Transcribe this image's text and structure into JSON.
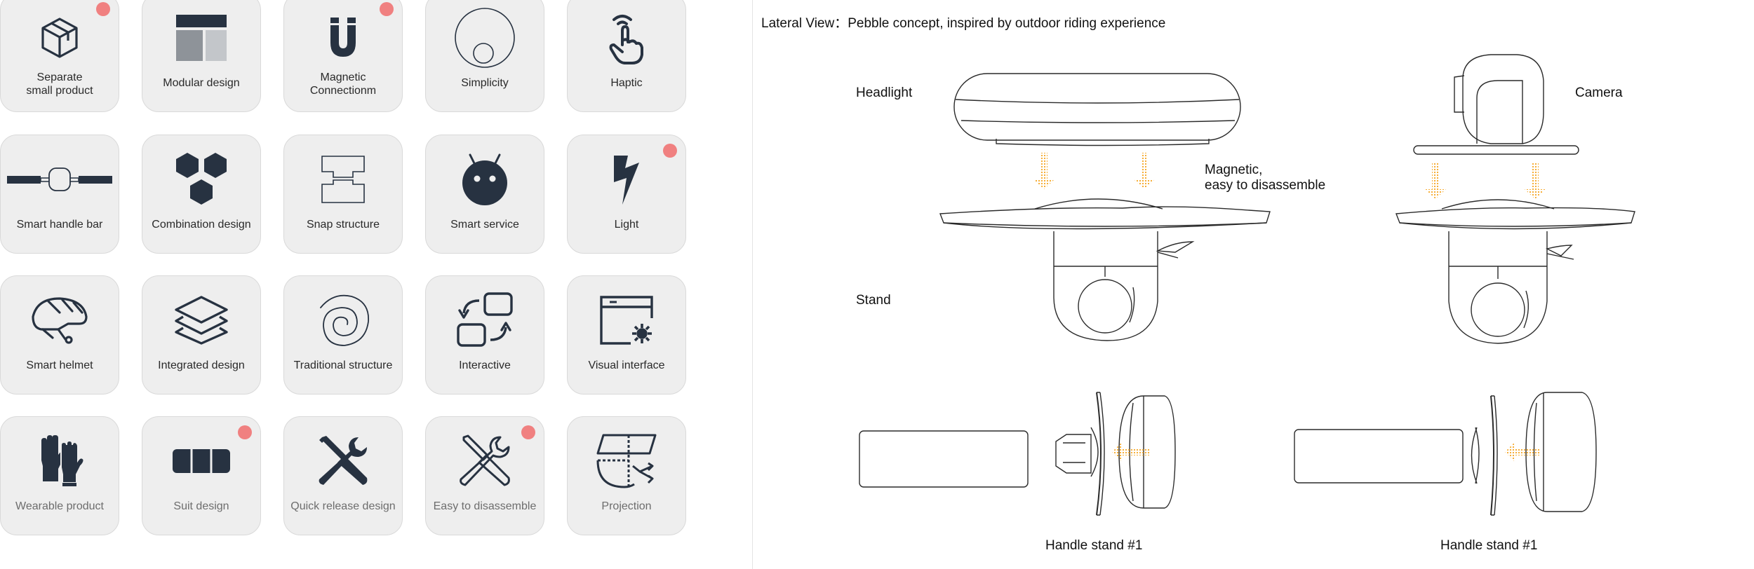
{
  "tiles": [
    {
      "label": "Separate\nsmall product",
      "icon": "cube-icon",
      "dot": true
    },
    {
      "label": "Modular design",
      "icon": "modular-layout-icon",
      "dot": false
    },
    {
      "label": "Magnetic\nConnectionm",
      "icon": "magnet-icon",
      "dot": true
    },
    {
      "label": "Simplicity",
      "icon": "circle-icon",
      "dot": false
    },
    {
      "label": "Haptic",
      "icon": "touch-hand-icon",
      "dot": false
    },
    {
      "label": "Smart handle bar",
      "icon": "handlebar-icon",
      "dot": false
    },
    {
      "label": "Combination design",
      "icon": "hexagons-icon",
      "dot": false
    },
    {
      "label": "Snap structure",
      "icon": "snap-icon",
      "dot": false
    },
    {
      "label": "Smart service",
      "icon": "android-icon",
      "dot": false
    },
    {
      "label": "Light",
      "icon": "lightning-icon",
      "dot": true
    },
    {
      "label": "Smart helmet",
      "icon": "helmet-icon",
      "dot": false
    },
    {
      "label": "Integrated design",
      "icon": "layers-icon",
      "dot": false
    },
    {
      "label": "Traditional structure",
      "icon": "spiral-icon",
      "dot": false
    },
    {
      "label": "Interactive",
      "icon": "interactive-icon",
      "dot": false
    },
    {
      "label": "Visual interface",
      "icon": "window-gear-icon",
      "dot": false
    },
    {
      "label": "Wearable product",
      "icon": "gloves-icon",
      "dot": false,
      "muted": true
    },
    {
      "label": "Suit design",
      "icon": "suit-blocks-icon",
      "dot": true,
      "muted": true
    },
    {
      "label": "Quick release design",
      "icon": "tools-icon",
      "dot": false,
      "muted": true
    },
    {
      "label": "Easy to disassemble",
      "icon": "tools-outline-icon",
      "dot": true,
      "muted": true
    },
    {
      "label": "Projection",
      "icon": "projection-icon",
      "dot": false,
      "muted": true
    }
  ],
  "diagram": {
    "title": "Lateral View：Pebble concept, inspired by outdoor riding experience",
    "headlight": "Headlight",
    "camera": "Camera",
    "magnetic_line1": "Magnetic,",
    "magnetic_line2": "easy to disassemble",
    "stand": "Stand",
    "handle_left": "Handle stand #1",
    "handle_right": "Handle stand #1"
  },
  "colors": {
    "tile_bg": "#eeeeee",
    "icon_dark": "#273241",
    "dot": "#f08080",
    "arrow": "#f5a623"
  }
}
